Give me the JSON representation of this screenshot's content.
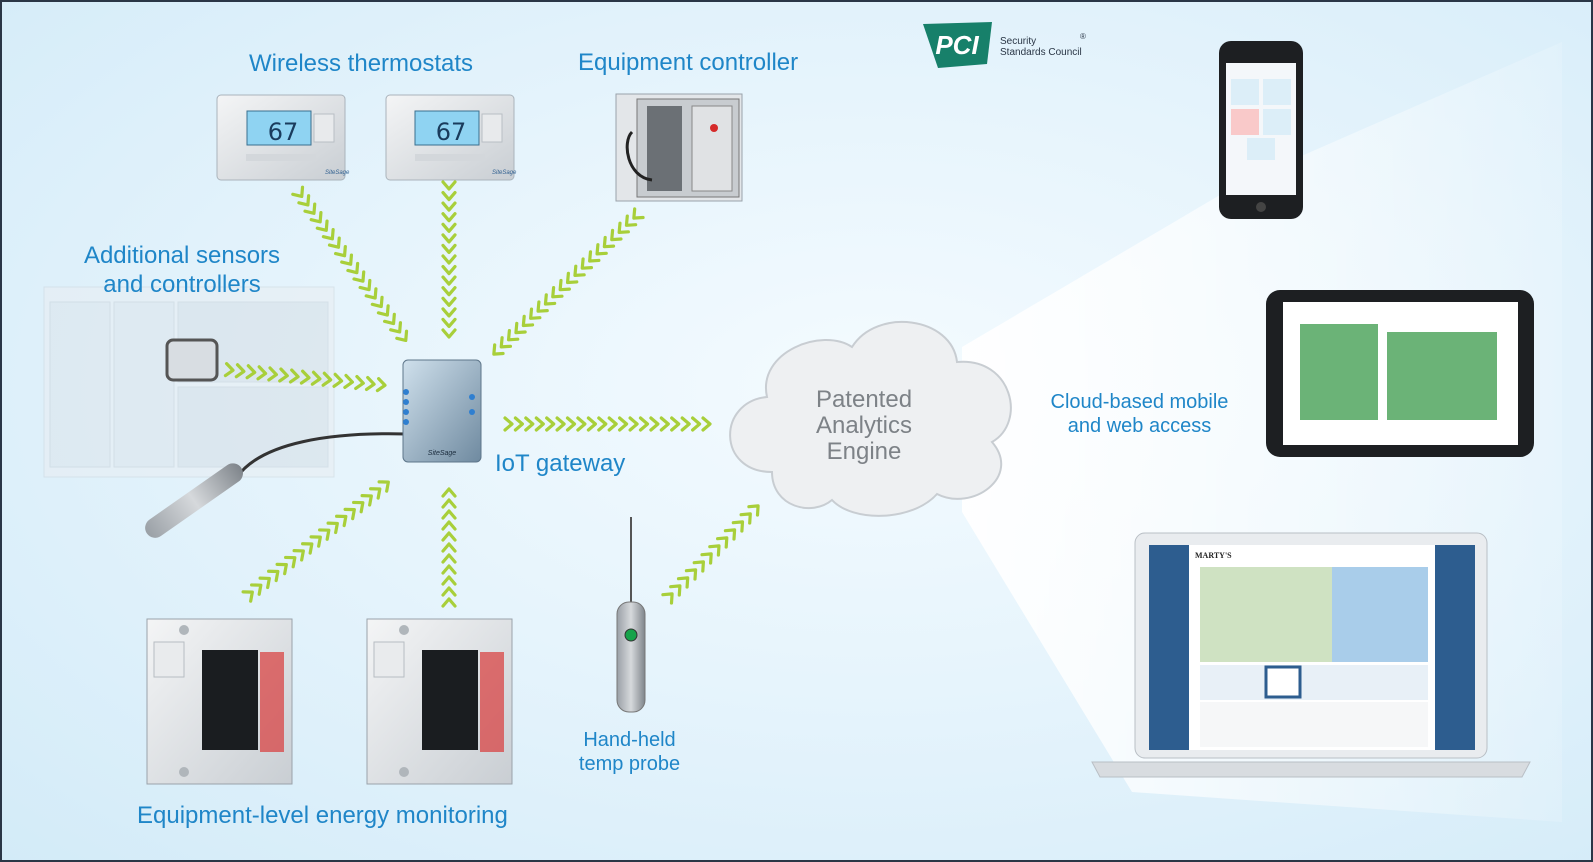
{
  "labels": {
    "wireless_thermostats": "Wireless thermostats",
    "equipment_controller": "Equipment controller",
    "additional_sensors_1": "Additional sensors",
    "additional_sensors_2": "and controllers",
    "iot_gateway": "IoT gateway",
    "cloud_1": "Patented",
    "cloud_2": "Analytics",
    "cloud_3": "Engine",
    "cloud_access_1": "Cloud-based mobile",
    "cloud_access_2": "and web access",
    "hand_held_1": "Hand-held",
    "hand_held_2": "temp probe",
    "energy_monitoring": "Equipment-level energy monitoring"
  },
  "logo": {
    "mark": "PCI",
    "line1": "Security",
    "line2": "Standards Council"
  },
  "thermostat": {
    "reading": "67",
    "brand": "SiteSage"
  },
  "gateway": {
    "brand": "SiteSage"
  },
  "laptop": {
    "brand": "MARTY'S"
  },
  "colors": {
    "label_blue": "#1f86c8",
    "chevron_green": "#a8cf3a",
    "cloud_gray": "#e6e8ea",
    "pci_green": "#17806a"
  }
}
